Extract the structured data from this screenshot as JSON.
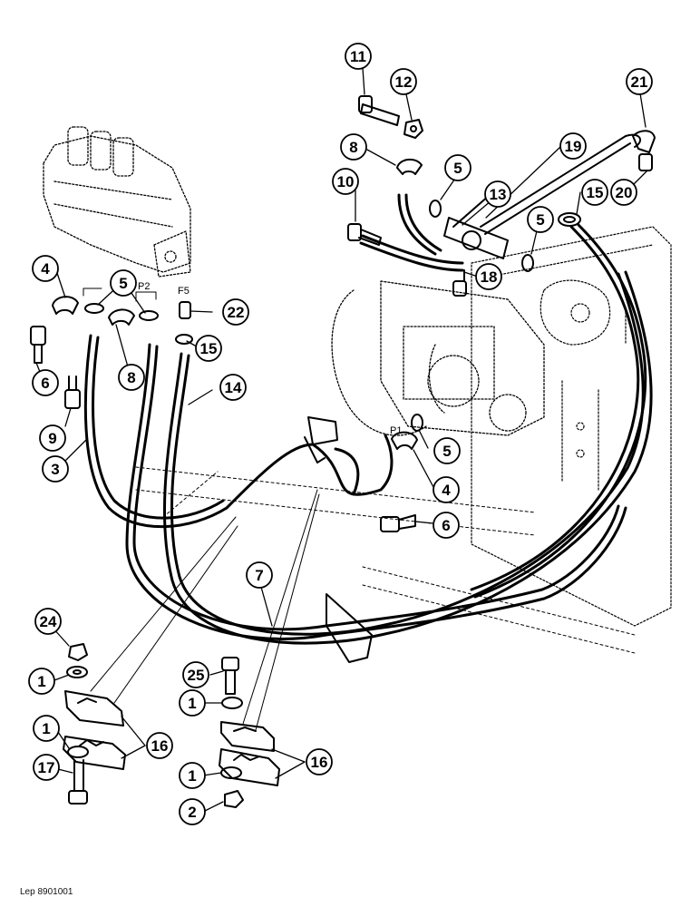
{
  "document_ref": "Lep 8901001",
  "port_labels": {
    "p2": "P2",
    "f5": "F5",
    "p1": "P1"
  },
  "callouts": {
    "c11": "11",
    "c12": "12",
    "c21": "21",
    "c8a": "8",
    "c19": "19",
    "c5a": "5",
    "c13": "13",
    "c10": "10",
    "c15a": "15",
    "c20": "20",
    "c5b": "5",
    "c18": "18",
    "c4a": "4",
    "c5c": "5",
    "c22": "22",
    "c15b": "15",
    "c6a": "6",
    "c8b": "8",
    "c14": "14",
    "c9": "9",
    "c3": "3",
    "c5d": "5",
    "c4b": "4",
    "c6b": "6",
    "c7": "7",
    "c24": "24",
    "c1a": "1",
    "c25": "25",
    "c1b": "1",
    "c1c": "1",
    "c16a": "16",
    "c17": "17",
    "c16b": "16",
    "c1d": "1",
    "c2": "2"
  }
}
